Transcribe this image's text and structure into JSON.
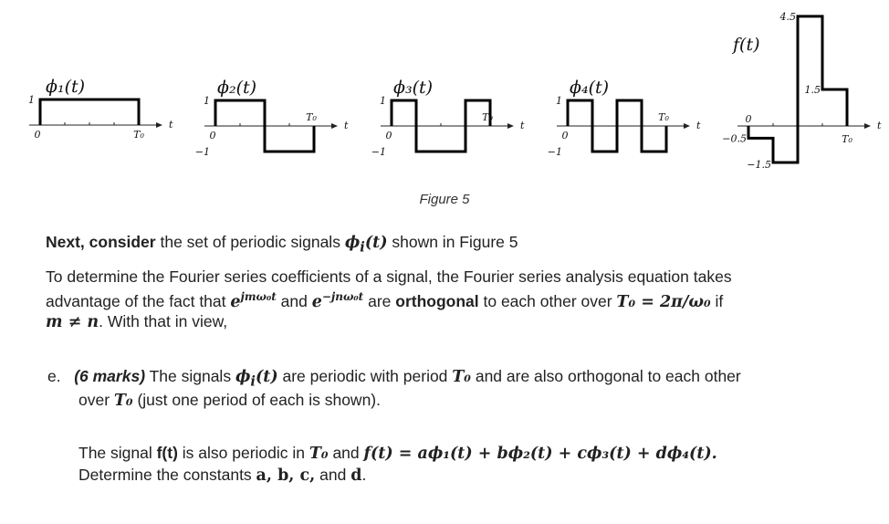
{
  "figure": {
    "caption": "Figure 5",
    "plots": [
      {
        "title": "ϕ₁(t)",
        "levels": [
          1,
          1,
          1,
          1
        ],
        "ticks": {
          "one": "1",
          "zero": "0",
          "T": "T₀",
          "t": "t"
        }
      },
      {
        "title": "ϕ₂(t)",
        "levels": [
          1,
          1,
          -1,
          -1
        ],
        "ticks": {
          "one": "1",
          "zero": "0",
          "neg": "−1",
          "T": "T₀",
          "t": "t"
        }
      },
      {
        "title": "ϕ₃(t)",
        "levels": [
          1,
          -1,
          -1,
          1
        ],
        "ticks": {
          "one": "1",
          "zero": "0",
          "neg": "−1",
          "T": "T₀",
          "t": "t"
        }
      },
      {
        "title": "ϕ₄(t)",
        "levels": [
          1,
          -1,
          1,
          -1
        ],
        "ticks": {
          "one": "1",
          "zero": "0",
          "neg": "−1",
          "T": "T₀",
          "t": "t"
        }
      },
      {
        "title": "f(t)",
        "levels": [
          -0.5,
          -1.5,
          4.5,
          1.5
        ],
        "ticks": {
          "zero": "0",
          "v1": "−0.5",
          "v2": "−1.5",
          "v3": "4.5",
          "v4": "1.5",
          "T": "T₀",
          "t": "t"
        }
      }
    ]
  },
  "text": {
    "l1a": "Next, consider",
    "l1b": " the set of periodic signals ",
    "l1m": "ϕ",
    "l1i": "i",
    "l1c": "(t)",
    "l1d": " shown in Figure 5",
    "p1": "To determine the Fourier series coefficients of a signal, the Fourier series analysis equation takes",
    "p2a": "advantage of the fact that ",
    "p2e1": "e",
    "p2s1": "jmω₀t",
    "p2b": " and ",
    "p2e2": "e",
    "p2s2": "−jnω₀t",
    "p2c": " are ",
    "p2d": "orthogonal",
    "p2f": " to each other over ",
    "p2m": "T₀ = 2π/ω₀",
    "p2g": " if",
    "p3m": "m ≠ n",
    "p3": ". With that in view,",
    "e_label": "e.",
    "e_marks": "(6 marks)",
    "e1a": " The signals ",
    "e1m": "ϕ",
    "e1i": "i",
    "e1c": "(t)",
    "e1b": " are periodic with period ",
    "e1T": "T₀",
    "e1d": " and are also orthogonal to each other",
    "e2a": "over ",
    "e2T": "T₀",
    "e2b": " (just one period of each is shown).",
    "s1a": "The signal ",
    "s1f": "f(t)",
    "s1b": " is also periodic in ",
    "s1T": "T₀",
    "s1c": " and ",
    "s1eq": "f(t) = aϕ₁(t) + bϕ₂(t) + cϕ₃(t) + dϕ₄(t).",
    "s2a": "Determine the constants ",
    "s2v": "a, b, c,",
    "s2b": " and ",
    "s2d": "d",
    "s2c": "."
  }
}
